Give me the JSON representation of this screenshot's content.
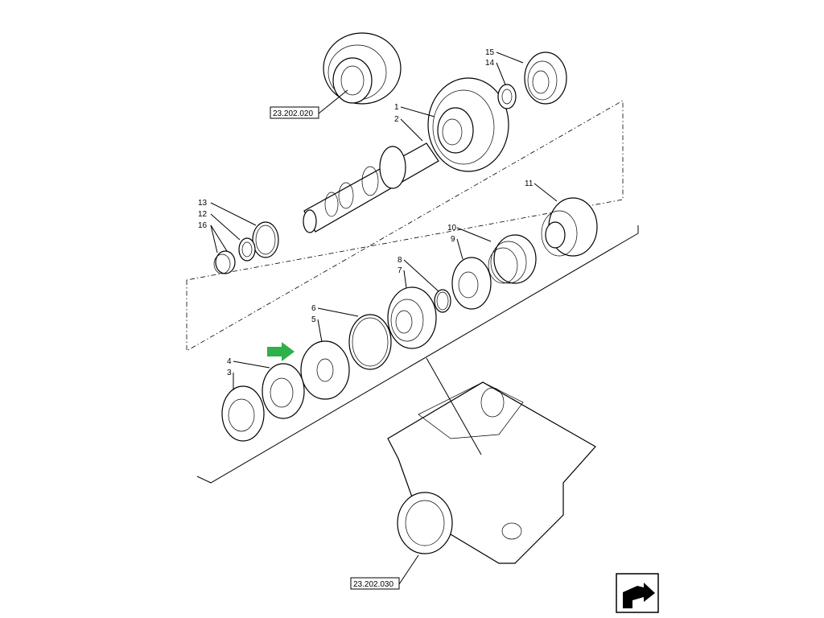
{
  "diagram": {
    "references": [
      "23.202.020",
      "23.202.030"
    ],
    "callouts": [
      "1",
      "2",
      "3",
      "4",
      "5",
      "6",
      "7",
      "8",
      "9",
      "10",
      "11",
      "12",
      "13",
      "14",
      "15",
      "16"
    ],
    "accent_color": "#2fb04a",
    "nav_icon": "next-page-icon"
  }
}
